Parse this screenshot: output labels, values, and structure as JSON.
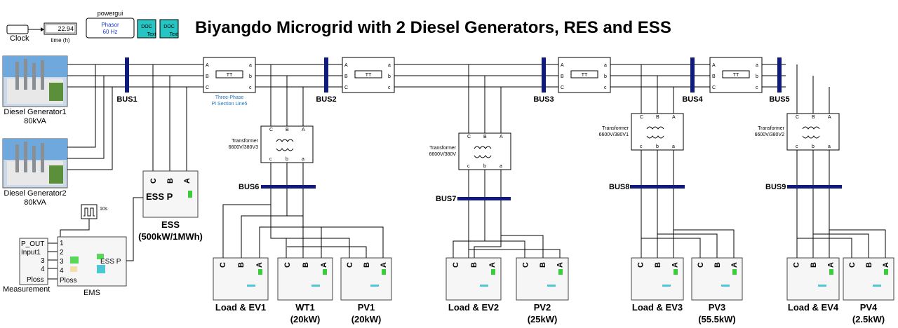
{
  "title": "Biyangdo Microgrid with 2 Diesel Generators, RES and ESS",
  "clock_label": "Clock",
  "time_display": {
    "value": "22.94",
    "label": "time (h)"
  },
  "powergui": {
    "label": "powergui",
    "line1": "Phasor",
    "line2": "60 Hz"
  },
  "doc_blocks": [
    {
      "l1": "DOC",
      "l2": "Text"
    },
    {
      "l1": "DOC",
      "l2": "Text"
    }
  ],
  "buses": [
    "BUS1",
    "BUS2",
    "BUS3",
    "BUS4",
    "BUS5",
    "BUS6",
    "BUS7",
    "BUS8",
    "BUS9"
  ],
  "generators": [
    {
      "name": "Diesel Generator1",
      "rating": "80kVA"
    },
    {
      "name": "Diesel Generator2",
      "rating": "80kVA"
    }
  ],
  "pi_section": {
    "line1": "Three-Phase",
    "line2": "PI Section Line5"
  },
  "pi_ports_left": [
    "A",
    "B",
    "C"
  ],
  "pi_ports_right": [
    "a",
    "b",
    "c"
  ],
  "transformers": [
    {
      "line1": "Transformer",
      "line2": "6600V/380V3"
    },
    {
      "line1": "Transformer",
      "line2": "6600V/380V"
    },
    {
      "line1": "Transformer",
      "line2": "6600V/380V1"
    },
    {
      "line1": "Transformer",
      "line2": "6600V/380V2"
    }
  ],
  "trafo_top_ports": [
    "C",
    "B",
    "A"
  ],
  "trafo_bottom_ports": [
    "c",
    "b",
    "a"
  ],
  "load_ports": [
    "C",
    "B",
    "A"
  ],
  "ess": {
    "port_label": "ESS P",
    "name": "ESS",
    "rating": "(500kW/1MWh)"
  },
  "pulse_label": "10s",
  "ems": {
    "name": "EMS",
    "inputs": [
      "1",
      "2",
      "3",
      "4",
      "Ploss"
    ],
    "output": "ESS P"
  },
  "measurement": {
    "name": "Measurement",
    "outputs": [
      "P_OUT",
      "Input1",
      "3",
      "4",
      "Ploss"
    ]
  },
  "loads": [
    {
      "name": "Load  & EV1",
      "rating": ""
    },
    {
      "name": "WT1",
      "rating": "(20kW)"
    },
    {
      "name": "PV1",
      "rating": "(20kW)"
    },
    {
      "name": "Load  & EV2",
      "rating": ""
    },
    {
      "name": "PV2",
      "rating": "(25kW)"
    },
    {
      "name": "Load & EV3",
      "rating": ""
    },
    {
      "name": "PV3",
      "rating": "(55.5kW)"
    },
    {
      "name": "Load & EV4",
      "rating": ""
    },
    {
      "name": "PV4",
      "rating": "(2.5kW)"
    }
  ],
  "colors": {
    "bus": "#101a7a",
    "doc": "#27c4c4",
    "powergui": "#1a3cc8",
    "link": "#1e73be"
  }
}
